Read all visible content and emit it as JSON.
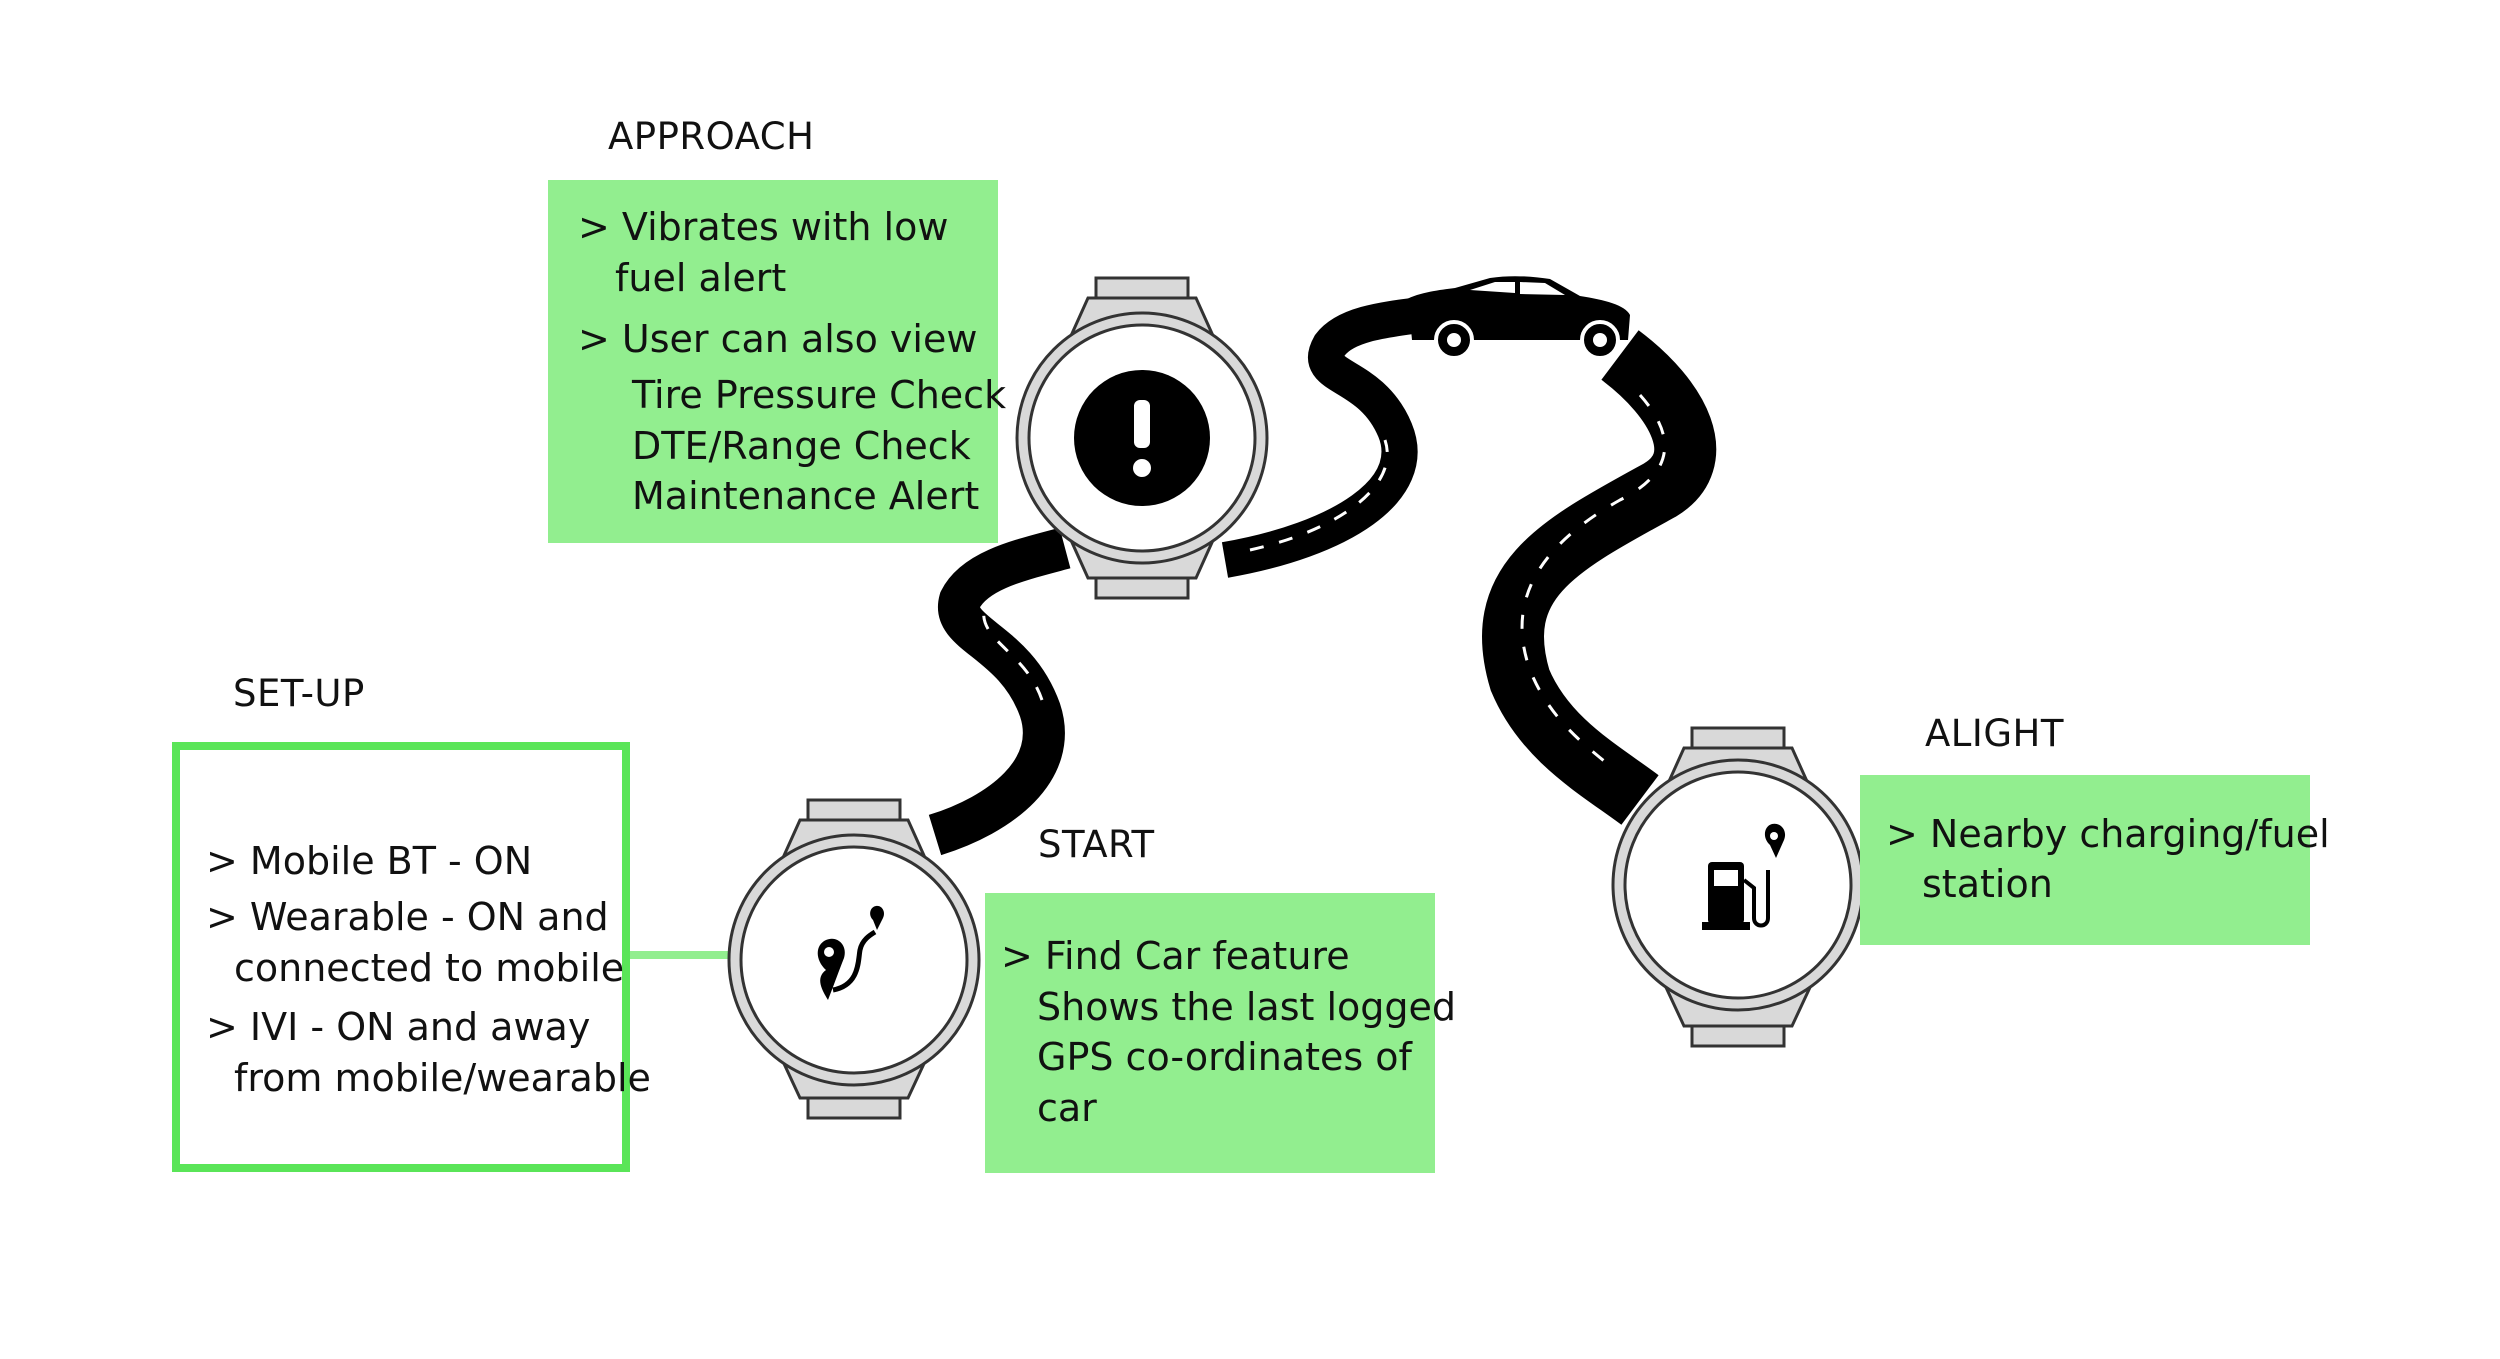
{
  "setup": {
    "heading": "SET-UP",
    "items": [
      {
        "line1": "> Mobile BT - ON"
      },
      {
        "line1": "> Wearable - ON and",
        "line2": "connected to mobile"
      },
      {
        "line1": "> IVI - ON and away",
        "line2": "from mobile/wearable"
      }
    ]
  },
  "start": {
    "heading": "START",
    "lines": [
      "> Find Car feature",
      "Shows the last logged",
      "GPS co-ordinates of",
      "car"
    ],
    "icon": "route-pin-icon"
  },
  "approach": {
    "heading": "APPROACH",
    "items": [
      {
        "line1": "> Vibrates with low",
        "line2": "fuel alert"
      },
      {
        "line1": "> User can also view",
        "sub": [
          "Tire Pressure Check",
          "DTE/Range Check",
          "Maintenance Alert"
        ]
      }
    ],
    "icon": "alert-icon"
  },
  "alight": {
    "heading": "ALIGHT",
    "lines": [
      "> Nearby charging/fuel",
      "station"
    ],
    "icon": "fuel-station-icon"
  },
  "vehicle": {
    "icon": "car-icon"
  },
  "colors": {
    "box_fill": "#92ee8f",
    "box_outline": "#5ae558",
    "road": "#000000",
    "watch_band": "#d9d9d9"
  }
}
